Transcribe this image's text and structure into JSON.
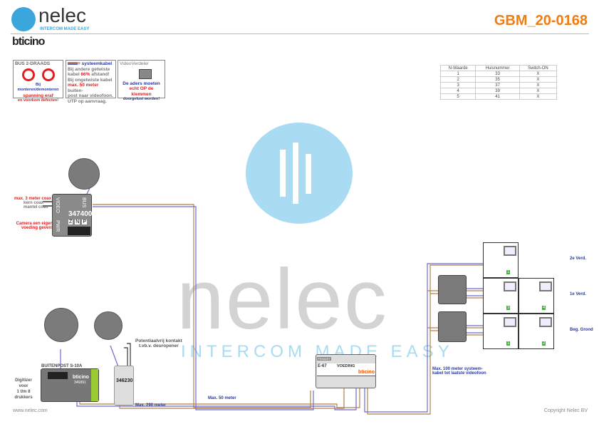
{
  "header": {
    "brand": "nelec",
    "tagline": "INTERCOM MADE EASY",
    "partner": "bticino",
    "doc_code": "GBM_20-0168"
  },
  "notes": {
    "bus": {
      "title": "BUS 2-DRAADS",
      "line1": "Bij monteren/demonteren",
      "line2": "spanning eraf",
      "line3": "en voorkom defecten!"
    },
    "cable": {
      "legend": "= systeemkabel",
      "l1": "Bij andere getwiste",
      "l2a": "kabel ",
      "l2b": "66%",
      "l2c": " afstand!",
      "l3": "Bij ongetwiste kabel",
      "l4a": "max. 50 meter",
      "l4b": " buiten-",
      "l5": "post naar videofoon.",
      "l6": "UTP op aanvraag."
    },
    "video": {
      "title": "VideoVerdeler",
      "l1": "De aders moeten",
      "l2": "echt OP de klemmen",
      "l3": "doorgelust worden!"
    }
  },
  "table": {
    "headers": [
      "N-Waarde",
      "Huisnummer",
      "Switch-ON"
    ],
    "rows": [
      [
        "1",
        "33",
        "X"
      ],
      [
        "2",
        "35",
        "X"
      ],
      [
        "3",
        "37",
        "X"
      ],
      [
        "4",
        "39",
        "X"
      ],
      [
        "5",
        "41",
        "X"
      ]
    ]
  },
  "watermark": {
    "brand": "nelec",
    "tagline": "INTERCOM MADE EASY"
  },
  "camera": {
    "coax": "max. 3 meter coax",
    "kern": "kern coax",
    "mantel": "mantel coax",
    "power": "Camera een eigen",
    "power2": "voeding geven!",
    "model": "347400",
    "video": "VIDEO",
    "pwr": "PWR",
    "bus": "BUS",
    "z": "Z",
    "n": "N",
    "p": "P"
  },
  "outdoor": {
    "title": "BUITENPOST S-10A",
    "model": "346891",
    "digitizer": [
      "Digitizer",
      "voor",
      "1 t/m 8",
      "drukkers"
    ]
  },
  "relay": {
    "model": "346230",
    "contact1": "Potentiaalvrij kontakt",
    "contact2": "t.vb.v. deuropener",
    "dist": "Max. 290 meter"
  },
  "supply": {
    "model": "E-67",
    "label": "VOEDING",
    "primary": "PRIMARY",
    "dist": "Max. 50 meter",
    "max100a": "Max. 100 meter systeem-",
    "max100b": "kabel tot laatste videofoon"
  },
  "floors": {
    "f2": "2e Verd.",
    "f1": "1e Verd.",
    "f0": "Beg. Grond"
  },
  "units": [
    {
      "n": "1"
    },
    {
      "n": "3"
    },
    {
      "n": "4"
    },
    {
      "n": "1"
    },
    {
      "n": "2"
    }
  ],
  "footer": {
    "left": "www.nelec.com",
    "right": "Copyright Nelec BV"
  }
}
